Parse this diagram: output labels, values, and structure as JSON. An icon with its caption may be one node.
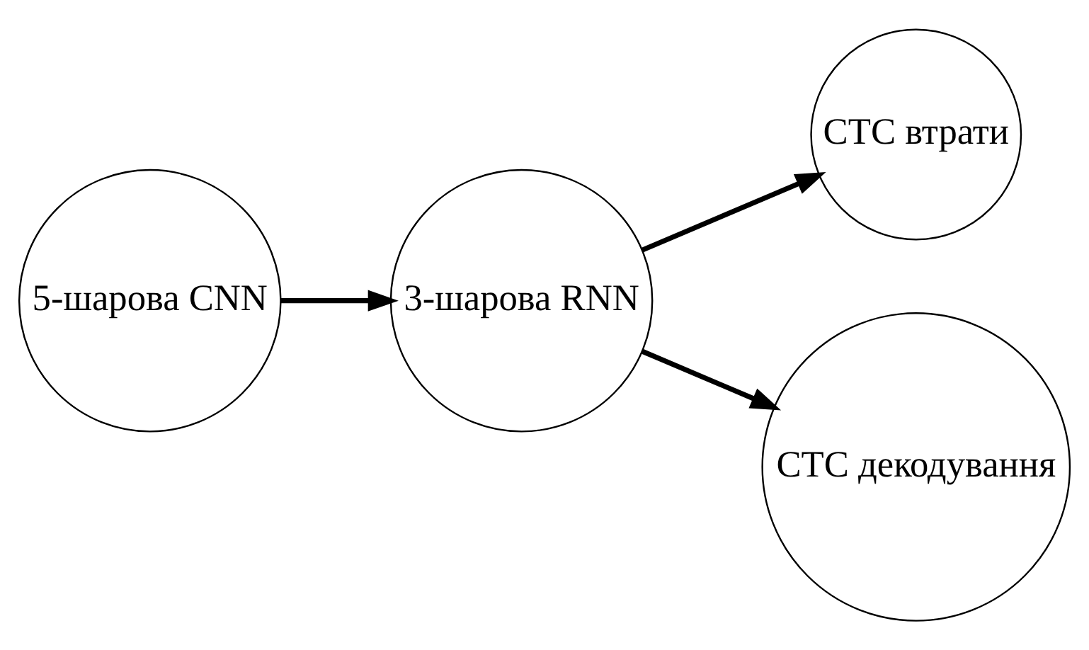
{
  "diagram": {
    "nodes": [
      {
        "text": [
          "5-шарова CNN"
        ]
      },
      {
        "text": [
          "3-шарова RNN"
        ]
      },
      {
        "text": [
          "CTC втрати"
        ]
      },
      {
        "text": [
          "CTC декодування"
        ]
      }
    ],
    "edges": [
      {
        "from": 0,
        "to": 1,
        "arrow": "to"
      },
      {
        "from": 1,
        "to": 2,
        "arrow": "to"
      },
      {
        "from": 1,
        "to": 3,
        "arrow": "to"
      }
    ]
  }
}
